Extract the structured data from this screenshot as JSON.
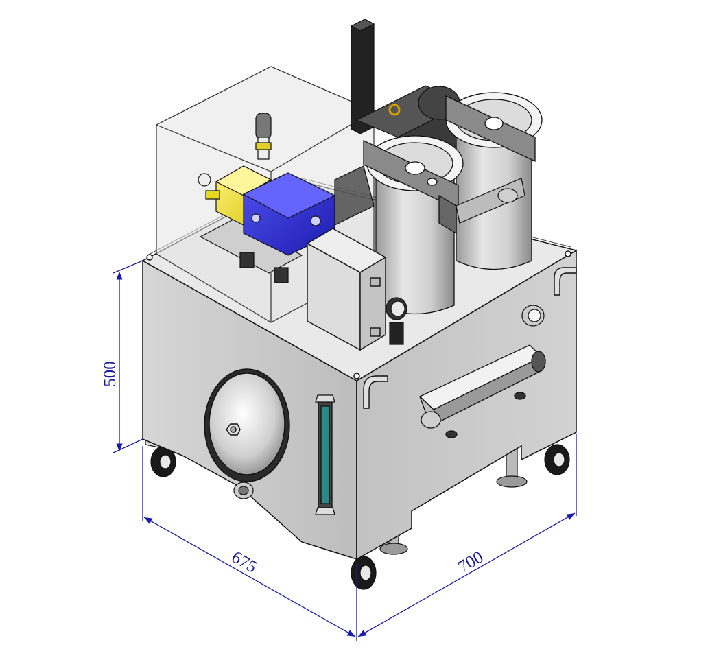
{
  "drawing": {
    "dimensions": {
      "height": "500",
      "width_left": "675",
      "width_right": "700"
    }
  },
  "colors": {
    "dimension_line": "#1a1ab0",
    "tank_body": "#c8c8c8",
    "pump_blue": "#2b2bd6",
    "pump_yellow": "#f0e030",
    "filter_canister": "#d0d0d0",
    "sight_glass": "#2a8a8a"
  }
}
